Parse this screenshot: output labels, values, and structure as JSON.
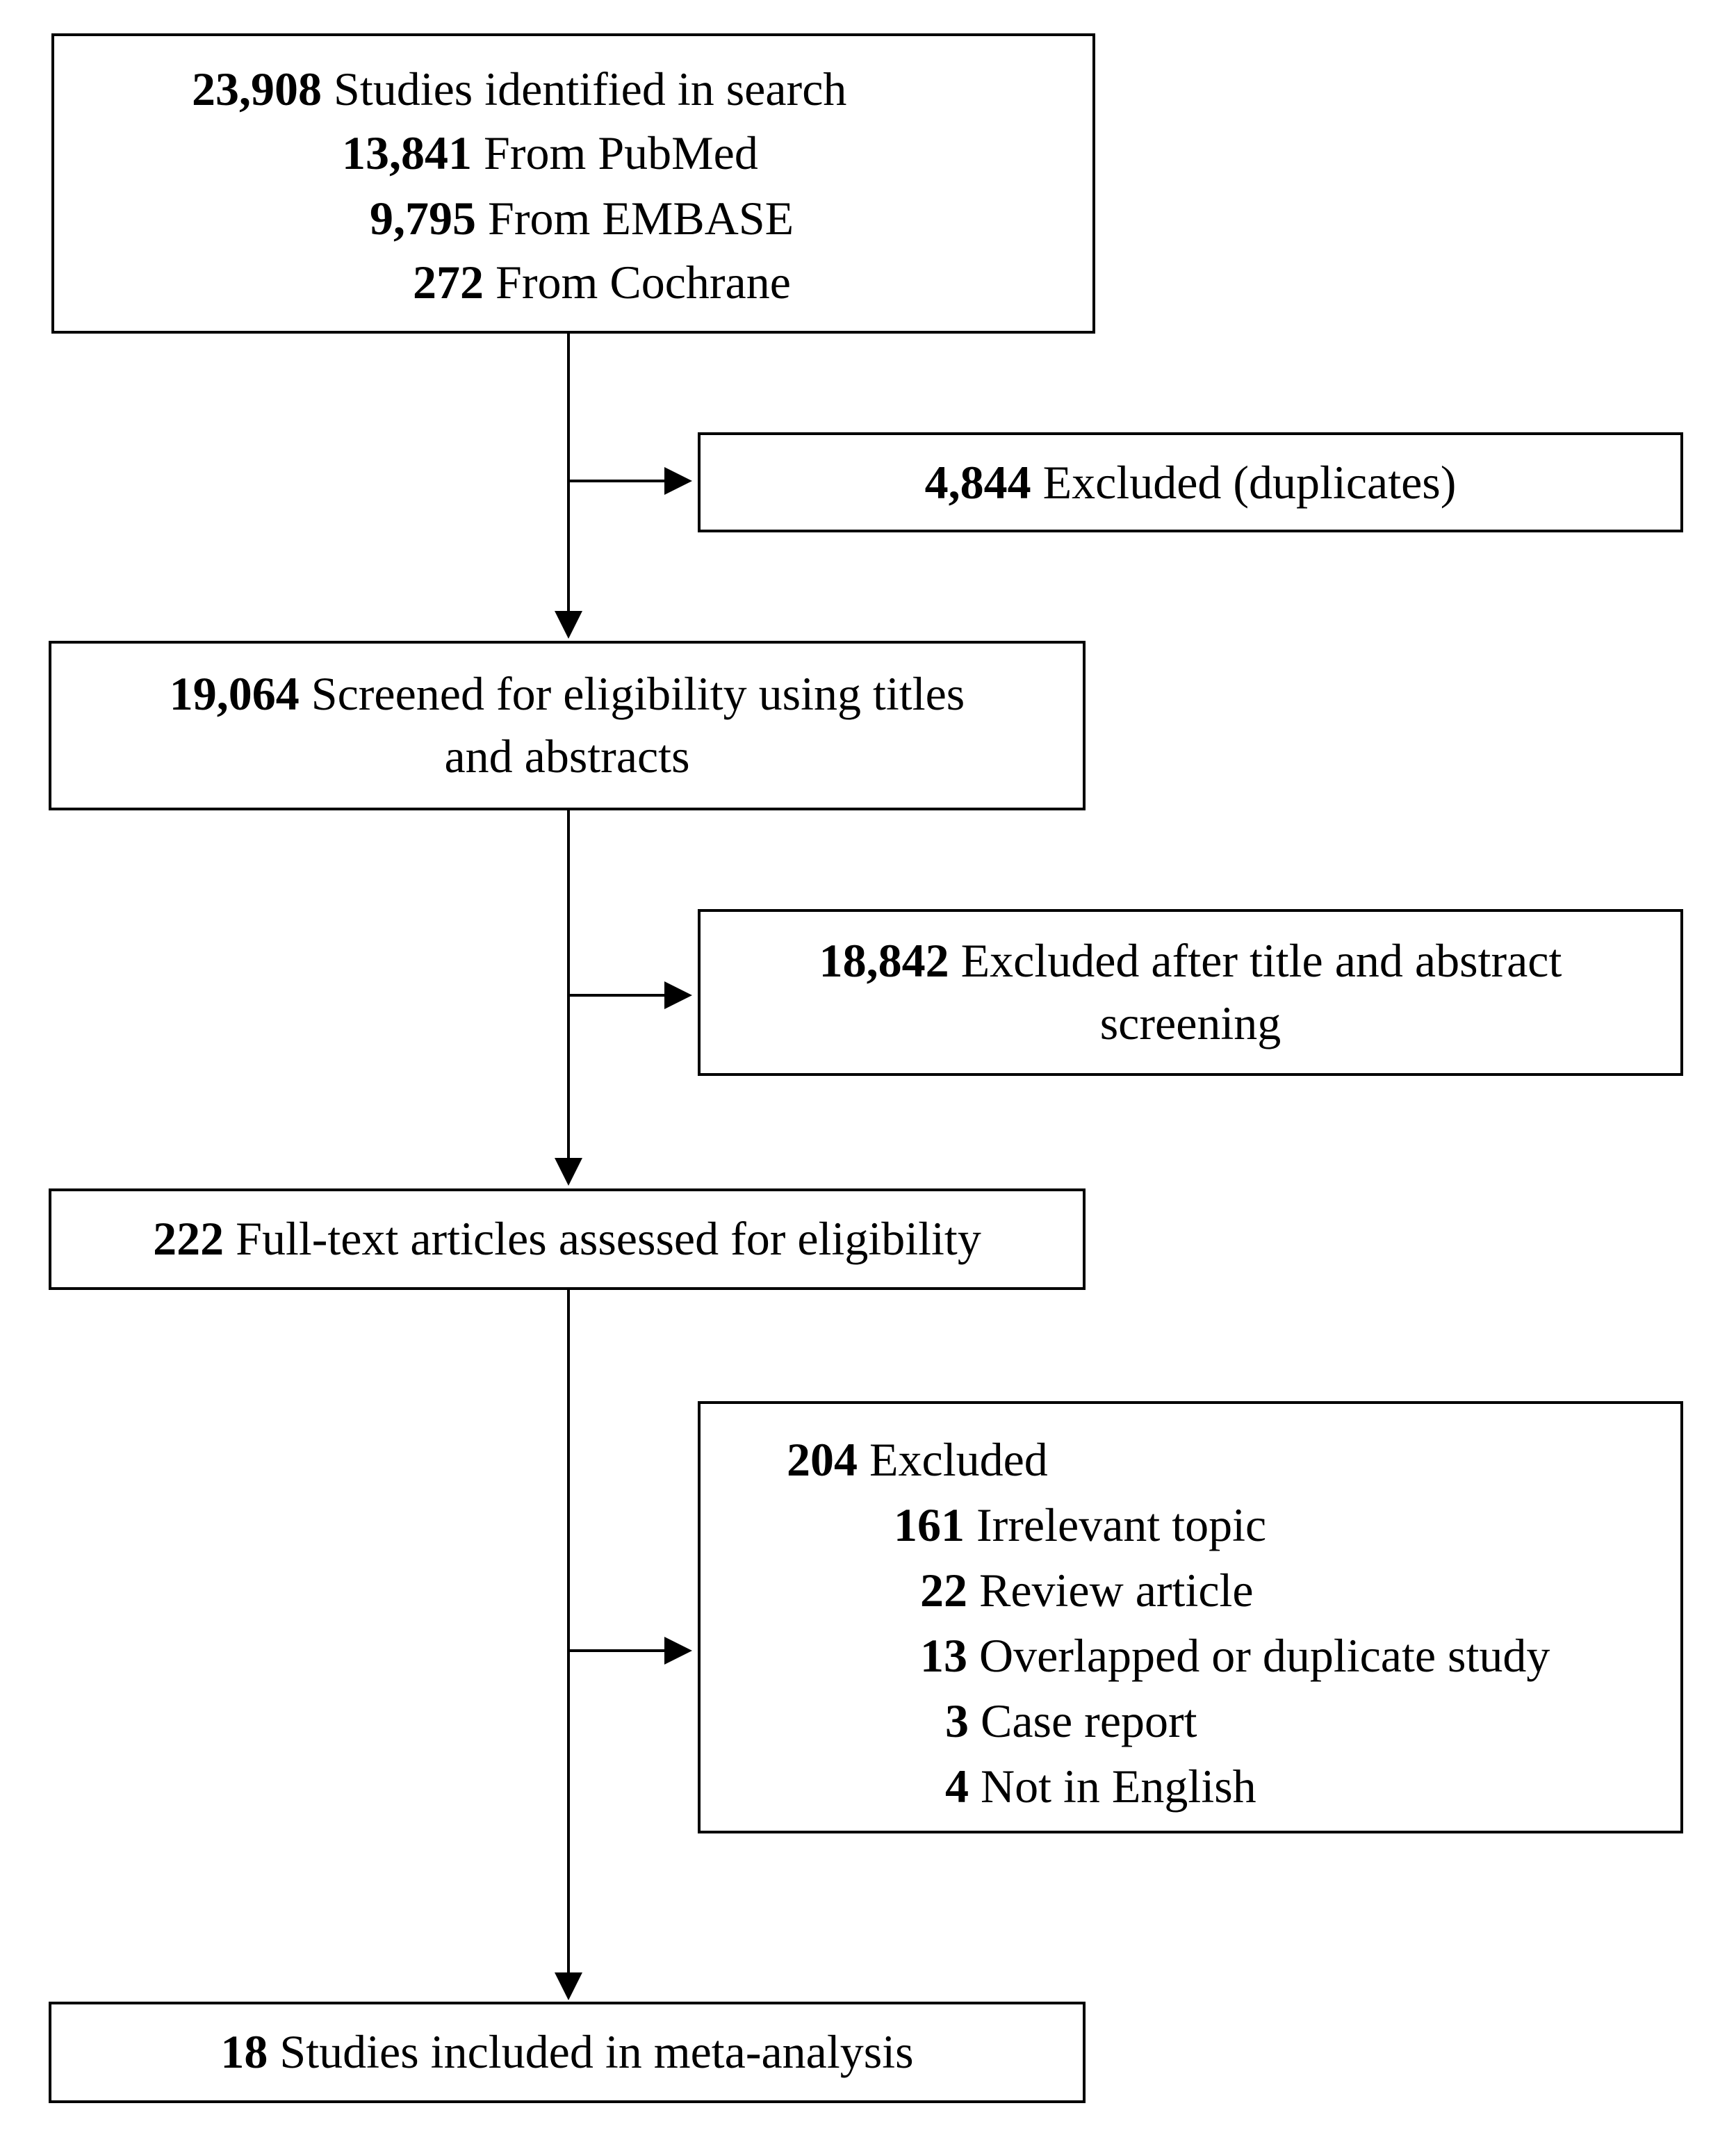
{
  "boxes": {
    "identified": {
      "lines": [
        {
          "count": "23,908",
          "text": "Studies identified in search"
        },
        {
          "count": "13,841",
          "text": "From PubMed"
        },
        {
          "count": "9,795",
          "text": "From EMBASE"
        },
        {
          "count": "272",
          "text": "From Cochrane"
        }
      ]
    },
    "duplicates": {
      "count": "4,844",
      "text": "Excluded (duplicates)"
    },
    "screened": {
      "count": "19,064",
      "text_line1": "Screened for eligibility using titles",
      "text_line2": "and abstracts"
    },
    "excluded_screening": {
      "count": "18,842",
      "text_line1": "Excluded after title and abstract",
      "text_line2": "screening"
    },
    "fulltext": {
      "count": "222",
      "text": "Full-text articles assessed for eligibility"
    },
    "excluded_fulltext": {
      "lines": [
        {
          "count": "204",
          "text": "Excluded"
        },
        {
          "count": "161",
          "text": "Irrelevant topic"
        },
        {
          "count": "22",
          "text": "Review article"
        },
        {
          "count": "13",
          "text": "Overlapped or duplicate study"
        },
        {
          "count": "3",
          "text": "Case report"
        },
        {
          "count": "4",
          "text": "Not in English"
        }
      ]
    },
    "included": {
      "count": "18",
      "text": "Studies included in meta-analysis"
    }
  }
}
